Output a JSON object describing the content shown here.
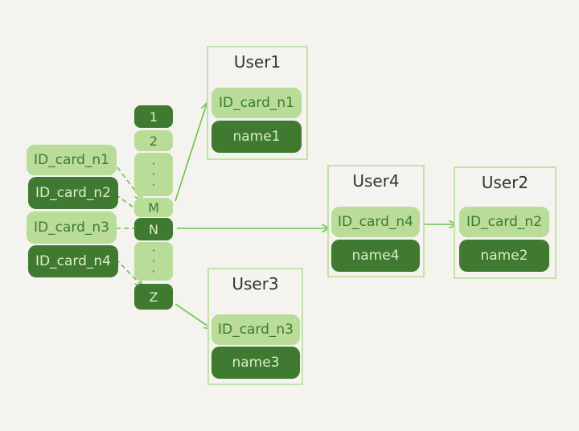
{
  "keys": [
    "ID_card_n1",
    "ID_card_n2",
    "ID_card_n3",
    "ID_card_n4"
  ],
  "buckets": {
    "first": "1",
    "second": "2",
    "gap_dots": "·\n·\n·",
    "m": "M",
    "n": "N",
    "gap_dots_2": "·\n·\n·",
    "last": "Z"
  },
  "users": {
    "user1": {
      "title": "User1",
      "id": "ID_card_n1",
      "name": "name1"
    },
    "user2": {
      "title": "User2",
      "id": "ID_card_n2",
      "name": "name2"
    },
    "user3": {
      "title": "User3",
      "id": "ID_card_n3",
      "name": "name3"
    },
    "user4": {
      "title": "User4",
      "id": "ID_card_n4",
      "name": "name4"
    }
  },
  "colors": {
    "light_green": "#b9dc98",
    "dark_green": "#3f7a30",
    "box_border": "#c3e2a8",
    "arrow": "#6cc24a",
    "background": "#f4f3ef"
  }
}
